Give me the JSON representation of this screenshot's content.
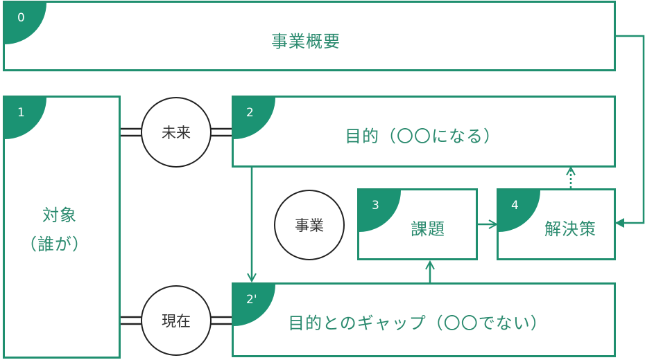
{
  "colors": {
    "accent": "#1b9373",
    "stroke": "#1f8f6f",
    "text": "#2a8a6e",
    "circle_stroke": "#222222"
  },
  "boxes": {
    "overview": {
      "number": "0",
      "label": "事業概要"
    },
    "target": {
      "number": "1",
      "label_line1": "対象",
      "label_line2": "（誰が）"
    },
    "purpose": {
      "number": "2",
      "label": "目的（〇〇になる）"
    },
    "gap": {
      "number": "2'",
      "label": "目的とのギャップ（〇〇でない）"
    },
    "issue": {
      "number": "3",
      "label": "課題"
    },
    "solution": {
      "number": "4",
      "label": "解決策"
    }
  },
  "circles": {
    "future": "未来",
    "business": "事業",
    "present": "現在"
  }
}
